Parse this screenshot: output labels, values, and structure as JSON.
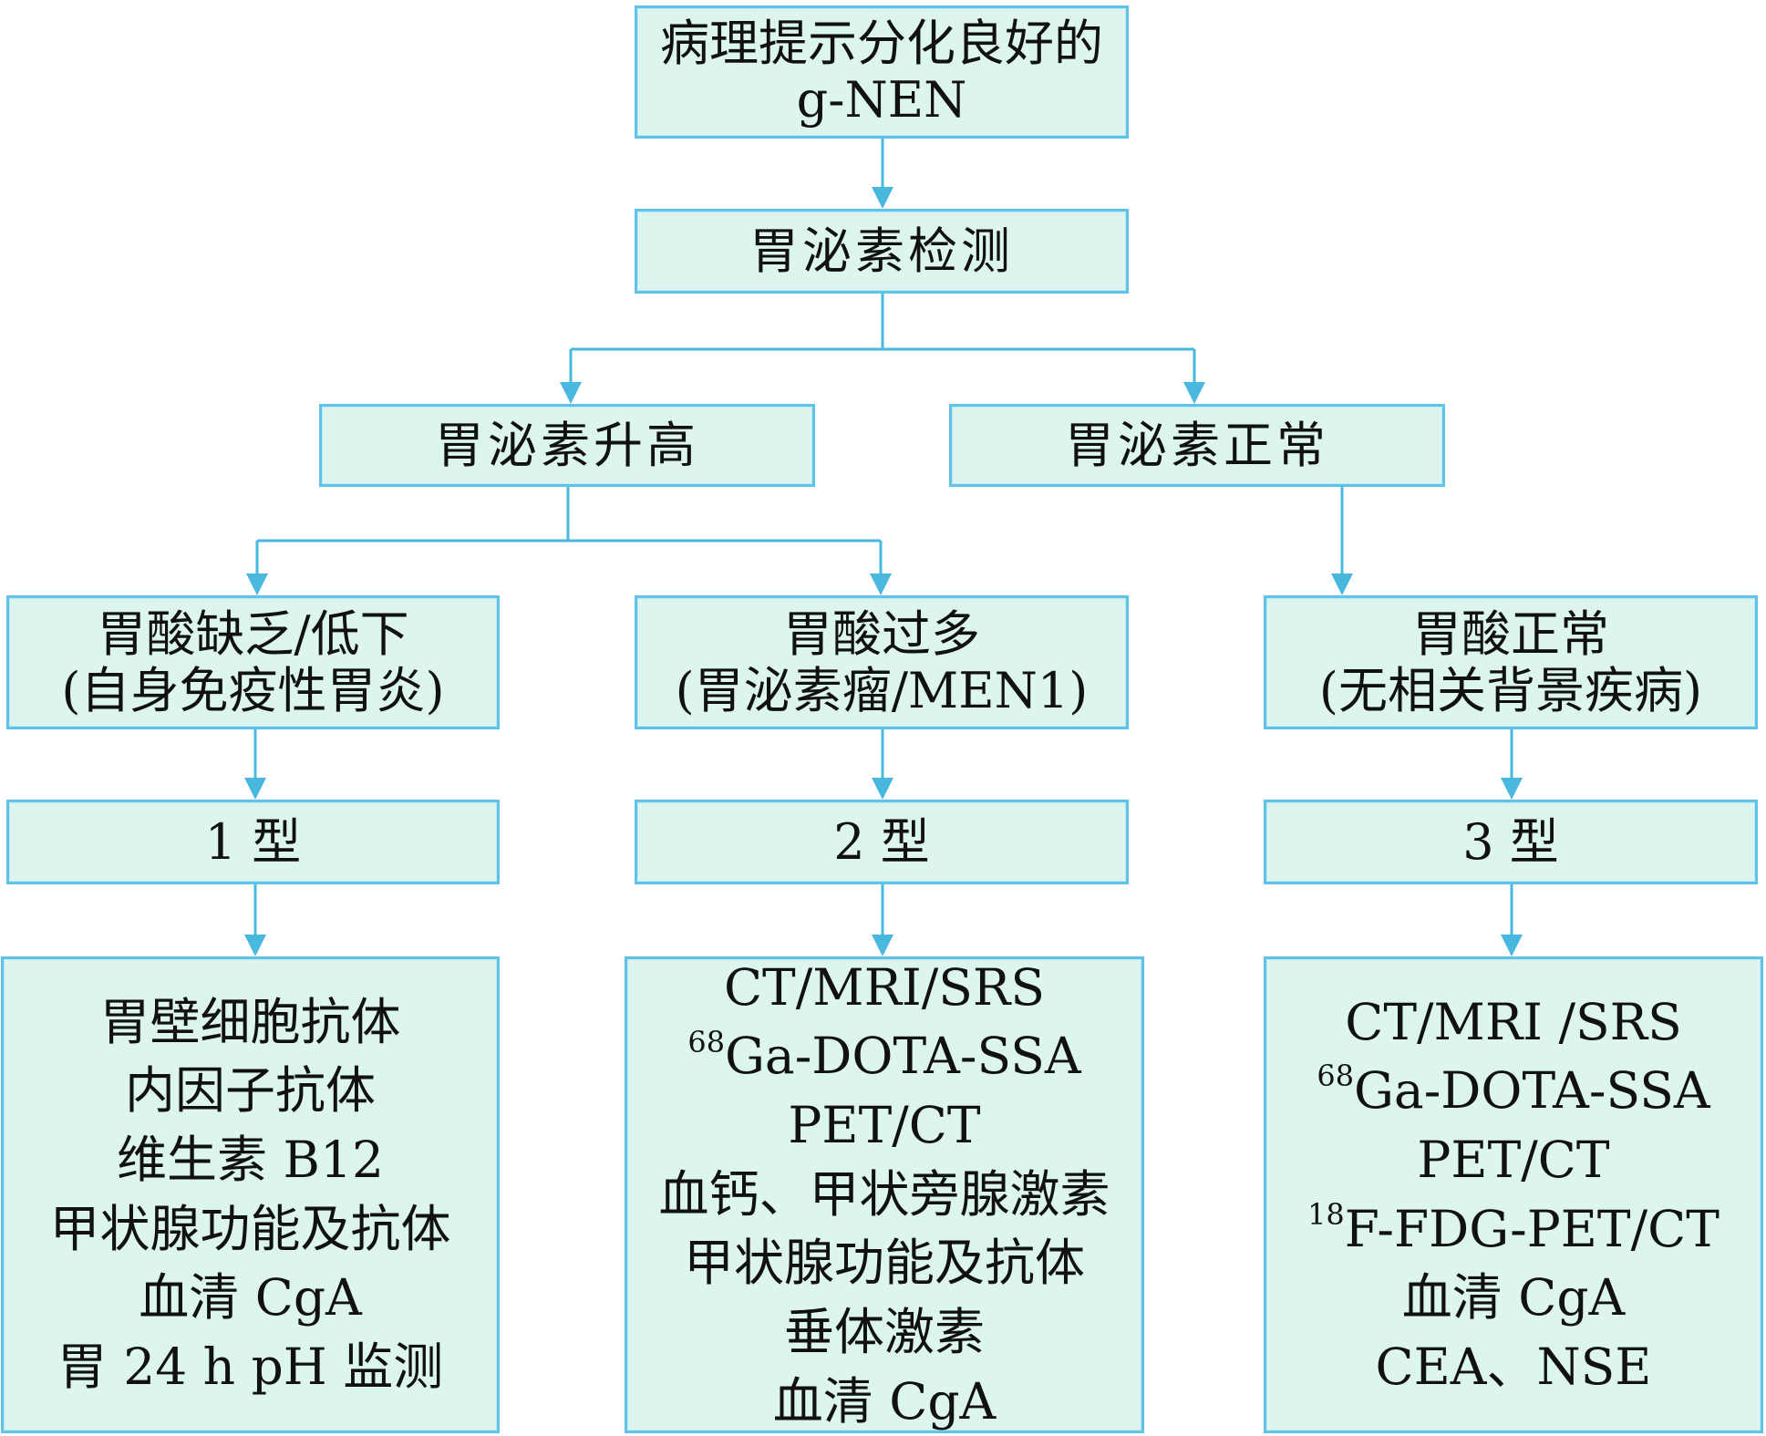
{
  "colors": {
    "box_fill": "#dcf5ef",
    "box_border": "#5ec3e6",
    "arrow": "#49b8df"
  },
  "nodes": {
    "root": {
      "lines": [
        "病理提示分化良好的",
        "g-NEN"
      ]
    },
    "gastrin_test": {
      "label": "胃泌素检测"
    },
    "gastrin_high": {
      "label": "胃泌素升高"
    },
    "gastrin_normal": {
      "label": "胃泌素正常"
    },
    "acid_low": {
      "lines": [
        "胃酸缺乏/低下",
        "(自身免疫性胃炎)"
      ]
    },
    "acid_high": {
      "lines": [
        "胃酸过多",
        "(胃泌素瘤/MEN1)"
      ]
    },
    "acid_normal": {
      "lines": [
        "胃酸正常",
        "(无相关背景疾病)"
      ]
    },
    "type1": {
      "label": "1 型"
    },
    "type2": {
      "label": "2 型"
    },
    "type3": {
      "label": "3 型"
    },
    "tests1": {
      "lines": [
        "胃壁细胞抗体",
        "内因子抗体",
        "维生素 B12",
        "甲状腺功能及抗体",
        "血清 CgA",
        "胃 24 h pH 监测"
      ]
    },
    "tests2": {
      "line1": "CT/MRI/SRS",
      "line2_sup": "68",
      "line2_main": "Ga-DOTA-SSA",
      "line3": "PET/CT",
      "line4": "血钙、甲状旁腺激素",
      "line5": "甲状腺功能及抗体",
      "line6": "垂体激素",
      "line7": "血清 CgA"
    },
    "tests3": {
      "line1": "CT/MRI /SRS",
      "line2_sup": "68",
      "line2_main": "Ga-DOTA-SSA",
      "line3": "PET/CT",
      "line4_sup": "18",
      "line4_main": "F-FDG-PET/CT",
      "line5": "血清 CgA",
      "line6": "CEA、NSE"
    }
  }
}
